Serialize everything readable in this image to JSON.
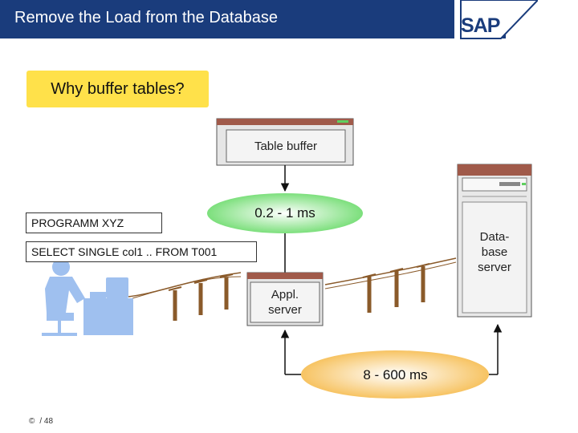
{
  "header": {
    "title": "Remove the Load from the Database",
    "logo_text": "SAP"
  },
  "question": "Why buffer tables?",
  "table_buffer": {
    "label": "Table buffer"
  },
  "fast_access": {
    "label": "0.2 - 1 ms"
  },
  "slow_access": {
    "label": "8 - 600 ms"
  },
  "program": {
    "name": "PROGRAMM XYZ",
    "statement": "SELECT SINGLE col1 .. FROM T001"
  },
  "appl_server": {
    "line1": "Appl.",
    "line2": "server"
  },
  "db_server": {
    "line1": "Data-",
    "line2": "base",
    "line3": "server"
  },
  "footer": {
    "copyright_symbol": "©",
    "page": "/ 48"
  },
  "colors": {
    "header": "#1a3c7c",
    "question": "#ffe14a",
    "fast": "#7ee37e",
    "slow": "#f7c25c",
    "server": "#e8e8e8",
    "server_top": "#a05a4a",
    "user": "#9fc0ef"
  }
}
